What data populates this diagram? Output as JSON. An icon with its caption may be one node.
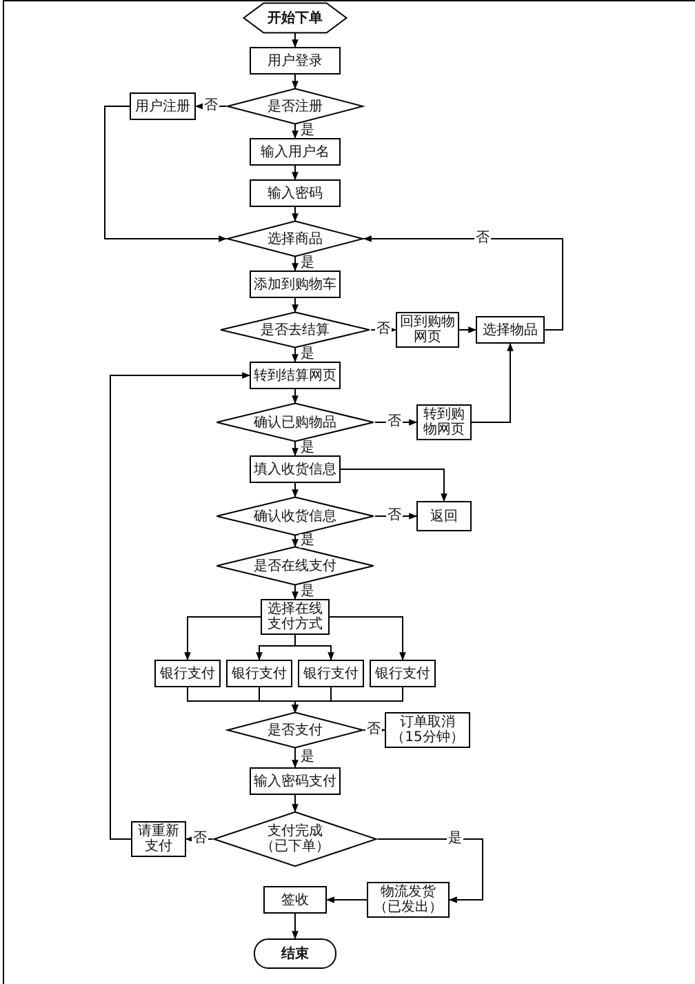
{
  "diagram": {
    "nodes": [
      {
        "text": [
          "开始下单"
        ]
      },
      {
        "text": [
          "用户登录"
        ]
      },
      {
        "text": [
          "是否注册"
        ]
      },
      {
        "text": [
          "用户注册"
        ]
      },
      {
        "text": [
          "输入用户名"
        ]
      },
      {
        "text": [
          "输入密码"
        ]
      },
      {
        "text": [
          "选择商品"
        ]
      },
      {
        "text": [
          "添加到购物车"
        ]
      },
      {
        "text": [
          "是否去结算"
        ]
      },
      {
        "text": [
          "回到购物网页"
        ]
      },
      {
        "text": [
          "选择物品"
        ]
      },
      {
        "text": [
          "转到结算网页"
        ]
      },
      {
        "text": [
          "确认已购物品"
        ]
      },
      {
        "text": [
          "转到购物网页"
        ]
      },
      {
        "text": [
          "填入收货信息"
        ]
      },
      {
        "text": [
          "确认收货信息"
        ]
      },
      {
        "text": [
          "返回"
        ]
      },
      {
        "text": [
          "是否在线支付"
        ]
      },
      {
        "text": [
          "选择在线支付方式"
        ]
      },
      {
        "text": [
          "银行支付"
        ]
      },
      {
        "text": [
          "银行支付"
        ]
      },
      {
        "text": [
          "银行支付"
        ]
      },
      {
        "text": [
          "银行支付"
        ]
      },
      {
        "text": [
          "是否支付"
        ]
      },
      {
        "text": [
          "订单取消（15分钟）"
        ]
      },
      {
        "text": [
          "输入密码支付"
        ]
      },
      {
        "text": [
          "支付完成（已下单）"
        ]
      },
      {
        "text": [
          "请重新支付"
        ]
      },
      {
        "text": [
          "物流发货（已发出）"
        ]
      },
      {
        "text": [
          "签收"
        ]
      },
      {
        "text": [
          "结束"
        ]
      }
    ],
    "edges": [
      {
        "from": 0,
        "to": 1,
        "arrow": "to"
      },
      {
        "from": 1,
        "to": 2,
        "arrow": "to"
      },
      {
        "from": 2,
        "to": 3,
        "arrow": "to",
        "label": "否"
      },
      {
        "from": 2,
        "to": 4,
        "arrow": "to",
        "label": "是"
      },
      {
        "from": 3,
        "to": 6,
        "arrow": "to"
      },
      {
        "from": 4,
        "to": 5,
        "arrow": "to"
      },
      {
        "from": 5,
        "to": 6,
        "arrow": "to"
      },
      {
        "from": 6,
        "to": 7,
        "arrow": "to",
        "label": "是"
      },
      {
        "from": 7,
        "to": 8,
        "arrow": "to"
      },
      {
        "from": 8,
        "to": 9,
        "arrow": "to",
        "label": "否"
      },
      {
        "from": 9,
        "to": 10,
        "arrow": "to"
      },
      {
        "from": 10,
        "to": 6,
        "arrow": "to",
        "label": "否"
      },
      {
        "from": 8,
        "to": 11,
        "arrow": "to",
        "label": "是"
      },
      {
        "from": 11,
        "to": 12,
        "arrow": "to"
      },
      {
        "from": 12,
        "to": 13,
        "arrow": "to",
        "label": "否"
      },
      {
        "from": 13,
        "to": 10,
        "arrow": "to"
      },
      {
        "from": 12,
        "to": 14,
        "arrow": "to",
        "label": "是"
      },
      {
        "from": 14,
        "to": 16,
        "arrow": "to"
      },
      {
        "from": 14,
        "to": 15,
        "arrow": "to"
      },
      {
        "from": 15,
        "to": 16,
        "arrow": "to",
        "label": "否"
      },
      {
        "from": 15,
        "to": 17,
        "arrow": "to",
        "label": "是"
      },
      {
        "from": 17,
        "to": 18,
        "arrow": "to",
        "label": "是"
      },
      {
        "from": 18,
        "to": 19,
        "arrow": "to"
      },
      {
        "from": 18,
        "to": 20,
        "arrow": "to"
      },
      {
        "from": 18,
        "to": 21,
        "arrow": "to"
      },
      {
        "from": 18,
        "to": 22,
        "arrow": "to"
      },
      {
        "from": 19,
        "to": 23,
        "arrow": "to"
      },
      {
        "from": 20,
        "to": 23,
        "arrow": "to"
      },
      {
        "from": 21,
        "to": 23,
        "arrow": "to"
      },
      {
        "from": 22,
        "to": 23,
        "arrow": "to"
      },
      {
        "from": 23,
        "to": 24,
        "arrow": "to",
        "label": "否"
      },
      {
        "from": 23,
        "to": 25,
        "arrow": "to",
        "label": "是"
      },
      {
        "from": 25,
        "to": 26,
        "arrow": "to"
      },
      {
        "from": 26,
        "to": 27,
        "arrow": "to",
        "label": "否"
      },
      {
        "from": 27,
        "to": 11,
        "arrow": "to"
      },
      {
        "from": 26,
        "to": 28,
        "arrow": "to",
        "label": "是"
      },
      {
        "from": 28,
        "to": 29,
        "arrow": "to"
      },
      {
        "from": 29,
        "to": 30,
        "arrow": "to"
      }
    ]
  }
}
